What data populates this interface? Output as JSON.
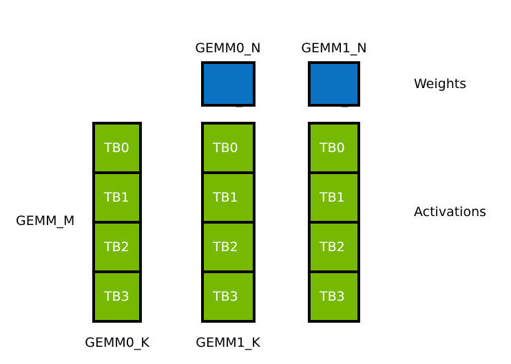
{
  "diagram": {
    "title_texts": {
      "gemm0_n_line1": "GEMM0_N",
      "gemm0_n_line2": "= TB_N",
      "gemm1_n_line1": "GEMM1_N",
      "gemm1_n_line2": "= TB_N"
    },
    "side_labels": {
      "weights": "Weights",
      "activations": "Activations",
      "gemm_m": "GEMM_M"
    },
    "bottom_labels": {
      "gemm0_k": "GEMM0_K",
      "gemm1_k": "GEMM1_K"
    },
    "colors": {
      "weights_fill": "#0b72c2",
      "activations_fill": "#76b900",
      "outline": "#000000",
      "cell_text": "#ffffff",
      "label_text": "#000000",
      "background": "#ffffff"
    },
    "weight_blocks": [
      {
        "name": "gemm0-weight-block"
      },
      {
        "name": "gemm1-weight-block"
      }
    ],
    "activation_columns": [
      {
        "name": "activation-column-0",
        "cells": [
          "TB0",
          "TB1",
          "TB2",
          "TB3"
        ]
      },
      {
        "name": "activation-column-1",
        "cells": [
          "TB0",
          "TB1",
          "TB2",
          "TB3"
        ]
      },
      {
        "name": "activation-column-2",
        "cells": [
          "TB0",
          "TB1",
          "TB2",
          "TB3"
        ]
      }
    ]
  }
}
